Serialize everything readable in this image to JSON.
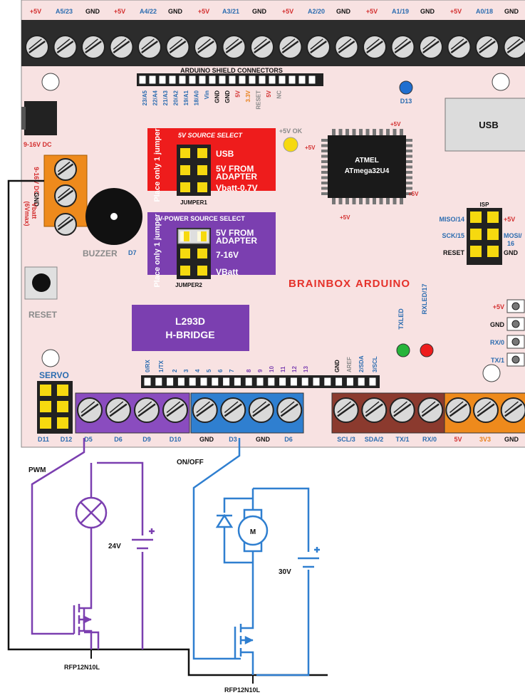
{
  "colors": {
    "board": "#f8e2e2",
    "terminal_black": "#2c2c2c",
    "terminal_purple": "#8a4cbf",
    "terminal_blue": "#2f7fd0",
    "terminal_brown": "#8b3a2e",
    "terminal_orange": "#ee8a1c",
    "red_box": "#ee1c1c",
    "purple_box": "#7b3fb0",
    "pwm_wire": "#7b3fb0",
    "onoff_wire": "#2f7fd0",
    "ground_wire": "#111111"
  },
  "top_terminals": {
    "labels": [
      "+5V",
      "A5/23",
      "GND",
      "+5V",
      "A4/22",
      "GND",
      "+5V",
      "A3/21",
      "GND",
      "+5V",
      "A2/20",
      "GND",
      "+5V",
      "A1/19",
      "GND",
      "+5V",
      "A0/18",
      "GND"
    ]
  },
  "shield": {
    "title": "ARDUINO SHIELD CONNECTORS",
    "pins": [
      "23/A5",
      "22/A4",
      "21/A3",
      "20/A2",
      "19/A1",
      "18/A0",
      "Vin",
      "GND",
      "GND",
      "5V",
      "3.3V",
      "RESET",
      "5V",
      "NC"
    ]
  },
  "power_jack": {
    "label": "9-16V DC"
  },
  "power_terminal": {
    "label_dc": "9-16V DC",
    "label_gnd": "GND",
    "label_vbatt": "Vbatt",
    "label_vmax": "(6Vmax)"
  },
  "buzzer": {
    "label": "BUZZER",
    "id": "D7"
  },
  "reset_button": {
    "label": "RESET"
  },
  "led_d13": {
    "label": "D13"
  },
  "usb": {
    "label": "USB"
  },
  "five_v_ok": {
    "label": "+5V OK"
  },
  "jumper1": {
    "title": "5V SOURCE SELECT",
    "side": "Place only 1 jumper",
    "name": "JUMPER1",
    "options": [
      "USB",
      "5V FROM ADAPTER",
      "Vbatt-0.7V"
    ]
  },
  "jumper2": {
    "title": "V-POWER SOURCE SELECT",
    "side": "Place only 1 jumper",
    "name": "JUMPER2",
    "options": [
      "5V FROM ADAPTER",
      "7-16V",
      "VBatt"
    ]
  },
  "atmel": {
    "line1": "ATMEL",
    "line2": "ATmega32U4",
    "pins": [
      "+5V",
      "+5V",
      "+5V",
      "+5V"
    ]
  },
  "isp": {
    "title": "ISP",
    "left": [
      "MISO/14",
      "SCK/15",
      "RESET"
    ],
    "right": [
      "+5V",
      "MOSI/16",
      "GND"
    ]
  },
  "brand": {
    "word1": "BRAINBOX",
    "word2": "ARDUINO"
  },
  "status_leds": {
    "tx": "TXLED",
    "rx": "RXLED/17"
  },
  "uart_pins": [
    "+5V",
    "GND",
    "RX/0",
    "TX/1"
  ],
  "hbridge": {
    "line1": "L293D",
    "line2": "H-BRIDGE"
  },
  "servo": {
    "title": "SERVO",
    "labels": [
      "D11",
      "D12"
    ]
  },
  "digital_header": {
    "pins": [
      "0/RX",
      "1/TX",
      "2",
      "3",
      "4",
      "5",
      "6",
      "7",
      "8",
      "9",
      "10",
      "11",
      "12",
      "13",
      "GND",
      "AREF",
      "2/SDA",
      "3/SCL"
    ]
  },
  "bottom_terminals": {
    "purple": [
      "D5",
      "D6",
      "D9",
      "D10"
    ],
    "blue": [
      "GND",
      "D3",
      "GND",
      "D6"
    ],
    "brown": [
      "SCL/3",
      "SDA/2",
      "TX/1",
      "RX/0"
    ],
    "orange": [
      "5V",
      "3V3",
      "GND"
    ]
  },
  "circuit_pwm": {
    "label": "PWM",
    "voltage": "24V",
    "mosfet": "RFP12N10L"
  },
  "circuit_onoff": {
    "label": "ON/OFF",
    "voltage": "30V",
    "motor": "M",
    "mosfet": "RFP12N10L"
  }
}
